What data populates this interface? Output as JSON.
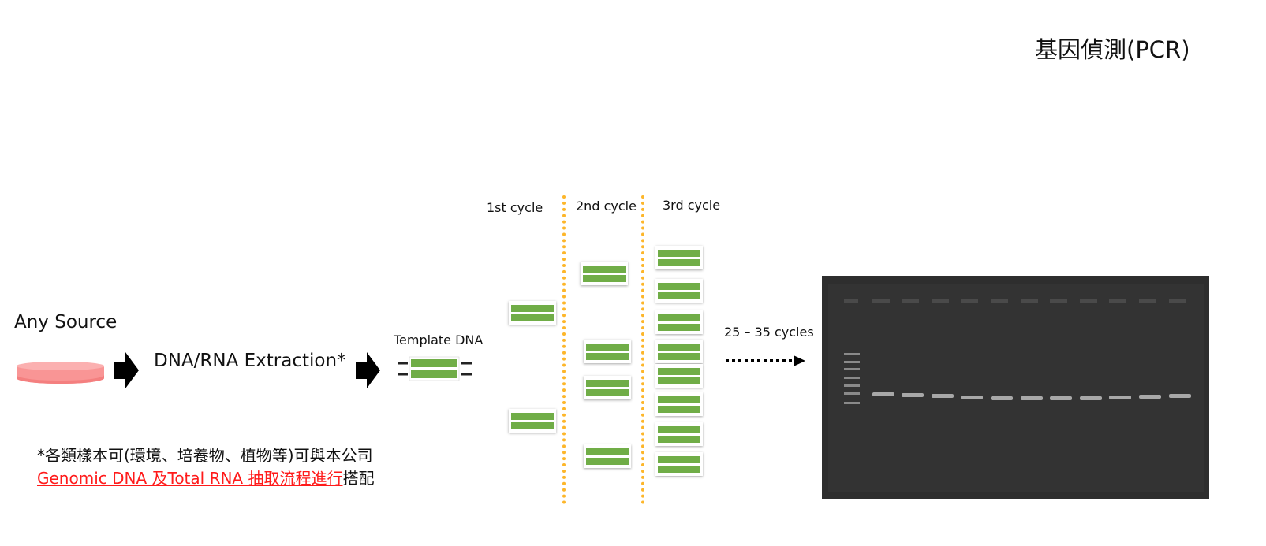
{
  "header": {
    "title": "基因偵測(PCR)"
  },
  "workflow": {
    "source_label": "Any Source",
    "extraction_label": "DNA/RNA Extraction*",
    "template_label": "Template DNA"
  },
  "pcr": {
    "cycle_labels": [
      "1st cycle",
      "2nd cycle",
      "3rd cycle"
    ],
    "repeat_label": "25 – 35 cycles"
  },
  "note": {
    "line1": "*各類樣本可(環境、培養物、植物等)可與本公司",
    "line2_red": "Genomic DNA 及Total RNA 抽取流程進行",
    "line2_black": "搭配"
  },
  "colors": {
    "strand": "#70ad47",
    "divider": "#fdb62a",
    "dish": "#f99595",
    "gel": "#2e2e2e",
    "note_highlight": "#ff1a1a"
  }
}
